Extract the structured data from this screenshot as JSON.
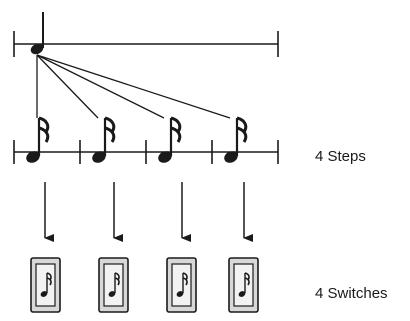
{
  "labels": {
    "steps": "4 Steps",
    "switches": "4 Switches"
  },
  "counts": {
    "steps": 4,
    "switches": 4
  },
  "icons": {
    "whole_note": "eighth-note-icon",
    "step_note": "sixteenth-note-icon",
    "switch_note": "sixteenth-note-icon"
  },
  "colors": {
    "ink": "#1a1a1a",
    "switch_face": "#f2f2f2",
    "switch_frame": "#d8d8d8"
  }
}
